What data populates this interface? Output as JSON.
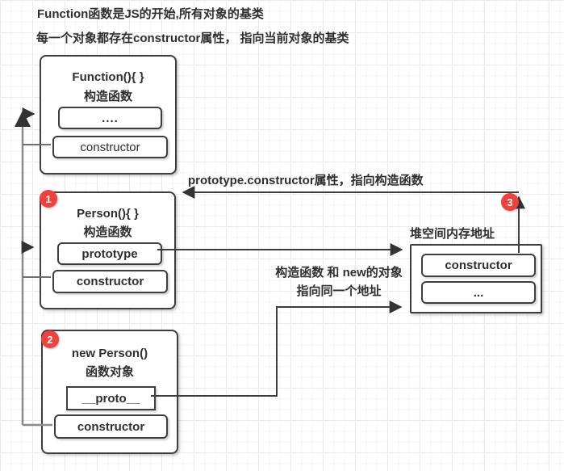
{
  "notes": {
    "line1": "Function函数是JS的开始,所有对象的基类",
    "line2": "每一个对象都存在constructor属性， 指向当前对象的基类"
  },
  "function_box": {
    "title": "Function(){ }",
    "subtitle": "构造函数",
    "slot_dots": "....",
    "slot_constructor": "constructor"
  },
  "person_box": {
    "badge": "1",
    "title": "Person(){ }",
    "subtitle": "构造函数",
    "slot_prototype": "prototype",
    "slot_constructor": "constructor"
  },
  "new_person_box": {
    "badge": "2",
    "title": "new Person()",
    "subtitle": "函数对象",
    "slot_proto": "__proto__",
    "slot_constructor": "constructor"
  },
  "heap_box": {
    "label": "堆空间内存地址",
    "slot_constructor": "constructor",
    "slot_dots": "..."
  },
  "annotations": {
    "prototype_constructor": "prototype.constructor属性，指向构造函数",
    "same_address_line1": "构造函数 和 new的对象",
    "same_address_line2": "指向同一个地址",
    "badge3": "3"
  },
  "colors": {
    "badge_red": "#f2413d",
    "line_dark": "#3d3d3d",
    "line_gray": "#8b8b8b",
    "border": "#3e3e3e"
  }
}
